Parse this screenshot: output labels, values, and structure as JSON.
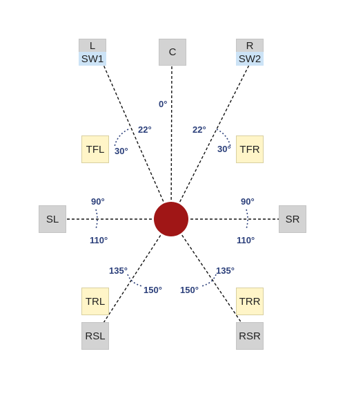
{
  "speakers": {
    "L": "L",
    "SW1": "SW1",
    "C": "C",
    "R": "R",
    "SW2": "SW2",
    "TFL": "TFL",
    "TFR": "TFR",
    "SL": "SL",
    "SR": "SR",
    "TRL": "TRL",
    "TRR": "TRR",
    "RSL": "RSL",
    "RSR": "RSR"
  },
  "angles": {
    "center": "0°",
    "front_left_inner": "22°",
    "front_left_outer": "30°",
    "front_right_inner": "22°",
    "front_right_outer": "30°",
    "side_left_top": "90°",
    "side_left_bottom": "110°",
    "side_right_top": "90°",
    "side_right_bottom": "110°",
    "rear_left_inner": "135°",
    "rear_left_outer": "150°",
    "rear_right_inner": "135°",
    "rear_right_outer": "150°"
  },
  "colors": {
    "listener": "#a01616",
    "speaker_gray": "#d3d3d3",
    "speaker_yellow": "#fff5c8",
    "subwoofer_blue": "#cce3f6",
    "angle_text": "#2b3f7a",
    "line": "#111111"
  }
}
